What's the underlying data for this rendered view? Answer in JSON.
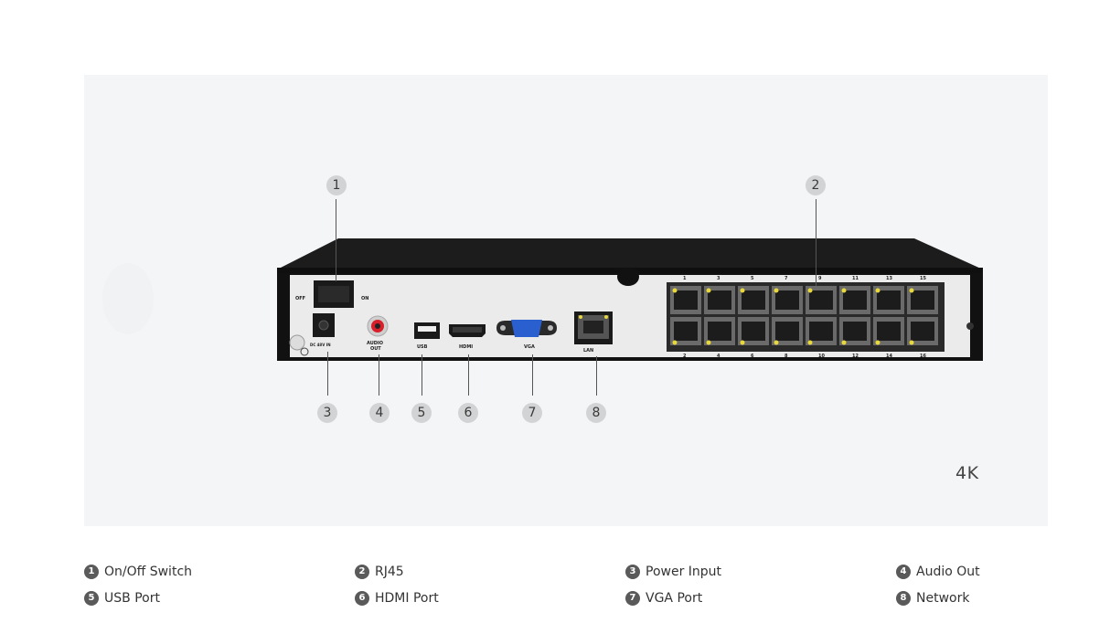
{
  "figure": {
    "resolution_badge": "4K",
    "callouts": [
      "1",
      "2",
      "3",
      "4",
      "5",
      "6",
      "7",
      "8"
    ],
    "device_labels": {
      "off": "OFF",
      "on": "ON",
      "dc_in": "DC 48V IN",
      "audio_out_line1": "AUDIO",
      "audio_out_line2": "OUT",
      "usb": "USB",
      "hdmi": "HDMI",
      "vga": "VGA",
      "lan": "LAN",
      "port_numbers_top": [
        "1",
        "3",
        "5",
        "7",
        "9",
        "11",
        "13",
        "15"
      ],
      "port_numbers_bottom": [
        "2",
        "4",
        "6",
        "8",
        "10",
        "12",
        "14",
        "16"
      ]
    },
    "colors": {
      "panel_bg": "#f4f5f6",
      "chassis": "#1a1a1a",
      "vga_blue": "#2a5fcf",
      "audio_red": "#d8202a",
      "led_yellow": "#e8d83a"
    }
  },
  "legend": [
    {
      "num": "1",
      "label": "On/Off Switch"
    },
    {
      "num": "2",
      "label": "RJ45"
    },
    {
      "num": "3",
      "label": "Power Input"
    },
    {
      "num": "4",
      "label": "Audio Out"
    },
    {
      "num": "5",
      "label": "USB Port"
    },
    {
      "num": "6",
      "label": "HDMI Port"
    },
    {
      "num": "7",
      "label": "VGA Port"
    },
    {
      "num": "8",
      "label": "Network"
    }
  ]
}
